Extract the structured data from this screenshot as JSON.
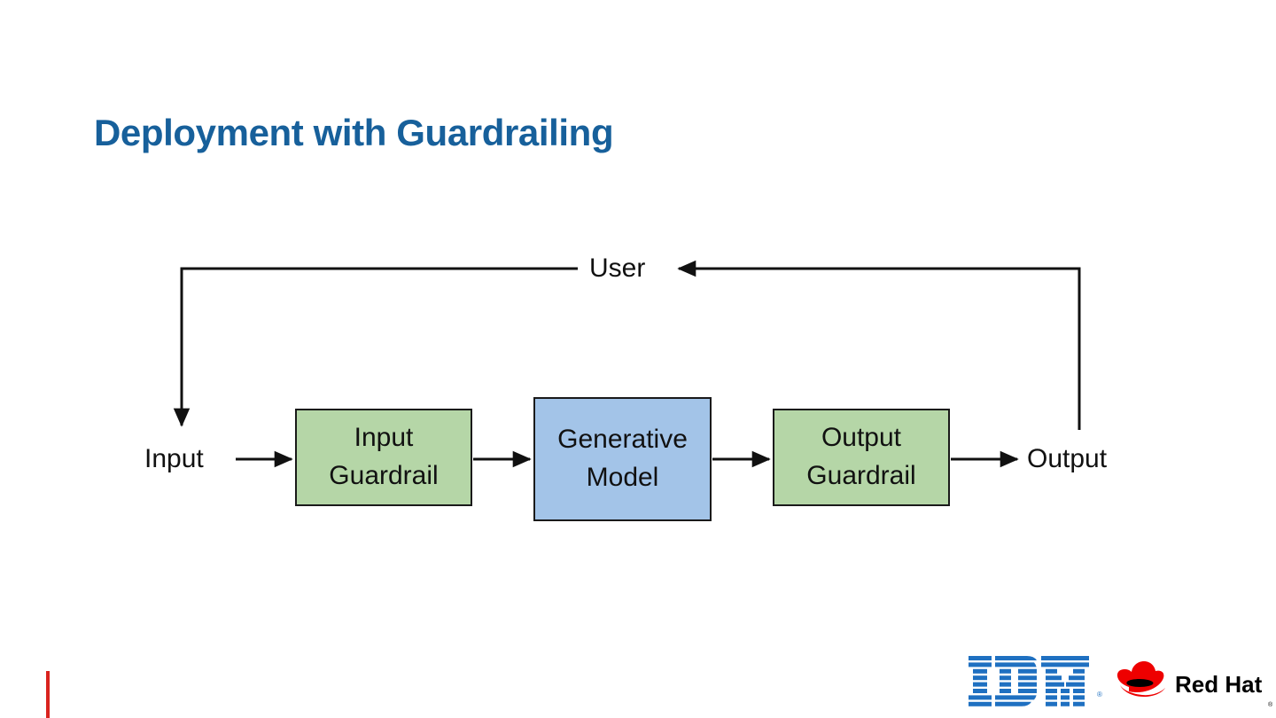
{
  "slide": {
    "title": "Deployment with Guardrailing",
    "background_color": "#ffffff",
    "title_color": "#17609b"
  },
  "diagram": {
    "type": "flow-diagram",
    "nodes": [
      {
        "id": "input-guardrail",
        "label_line1": "Input",
        "label_line2": "Guardrail",
        "fill": "#b5d6a7",
        "stroke": "#1a1a1a"
      },
      {
        "id": "generative-model",
        "label_line1": "Generative",
        "label_line2": "Model",
        "fill": "#a3c4e8",
        "stroke": "#1a1a1a"
      },
      {
        "id": "output-guardrail",
        "label_line1": "Output",
        "label_line2": "Guardrail",
        "fill": "#b5d6a7",
        "stroke": "#1a1a1a"
      }
    ],
    "labels": {
      "input": "Input",
      "output": "Output",
      "user": "User"
    },
    "edges": [
      {
        "from": "input",
        "to": "input-guardrail",
        "arrow": true
      },
      {
        "from": "input-guardrail",
        "to": "generative-model",
        "arrow": true
      },
      {
        "from": "generative-model",
        "to": "output-guardrail",
        "arrow": true
      },
      {
        "from": "output-guardrail",
        "to": "output",
        "arrow": true
      },
      {
        "from": "output",
        "to": "user",
        "arrow": true
      },
      {
        "from": "user",
        "to": "input",
        "arrow": true
      }
    ],
    "line_color": "#111111"
  },
  "footer": {
    "accent_bar_color": "#d9231f",
    "ibm": {
      "name": "IBM",
      "color": "#1f70c1",
      "registered_mark": "®"
    },
    "redhat": {
      "name": "Red Hat",
      "hat_color": "#ee0000",
      "text_color": "#000000",
      "registered_mark": "®"
    }
  }
}
